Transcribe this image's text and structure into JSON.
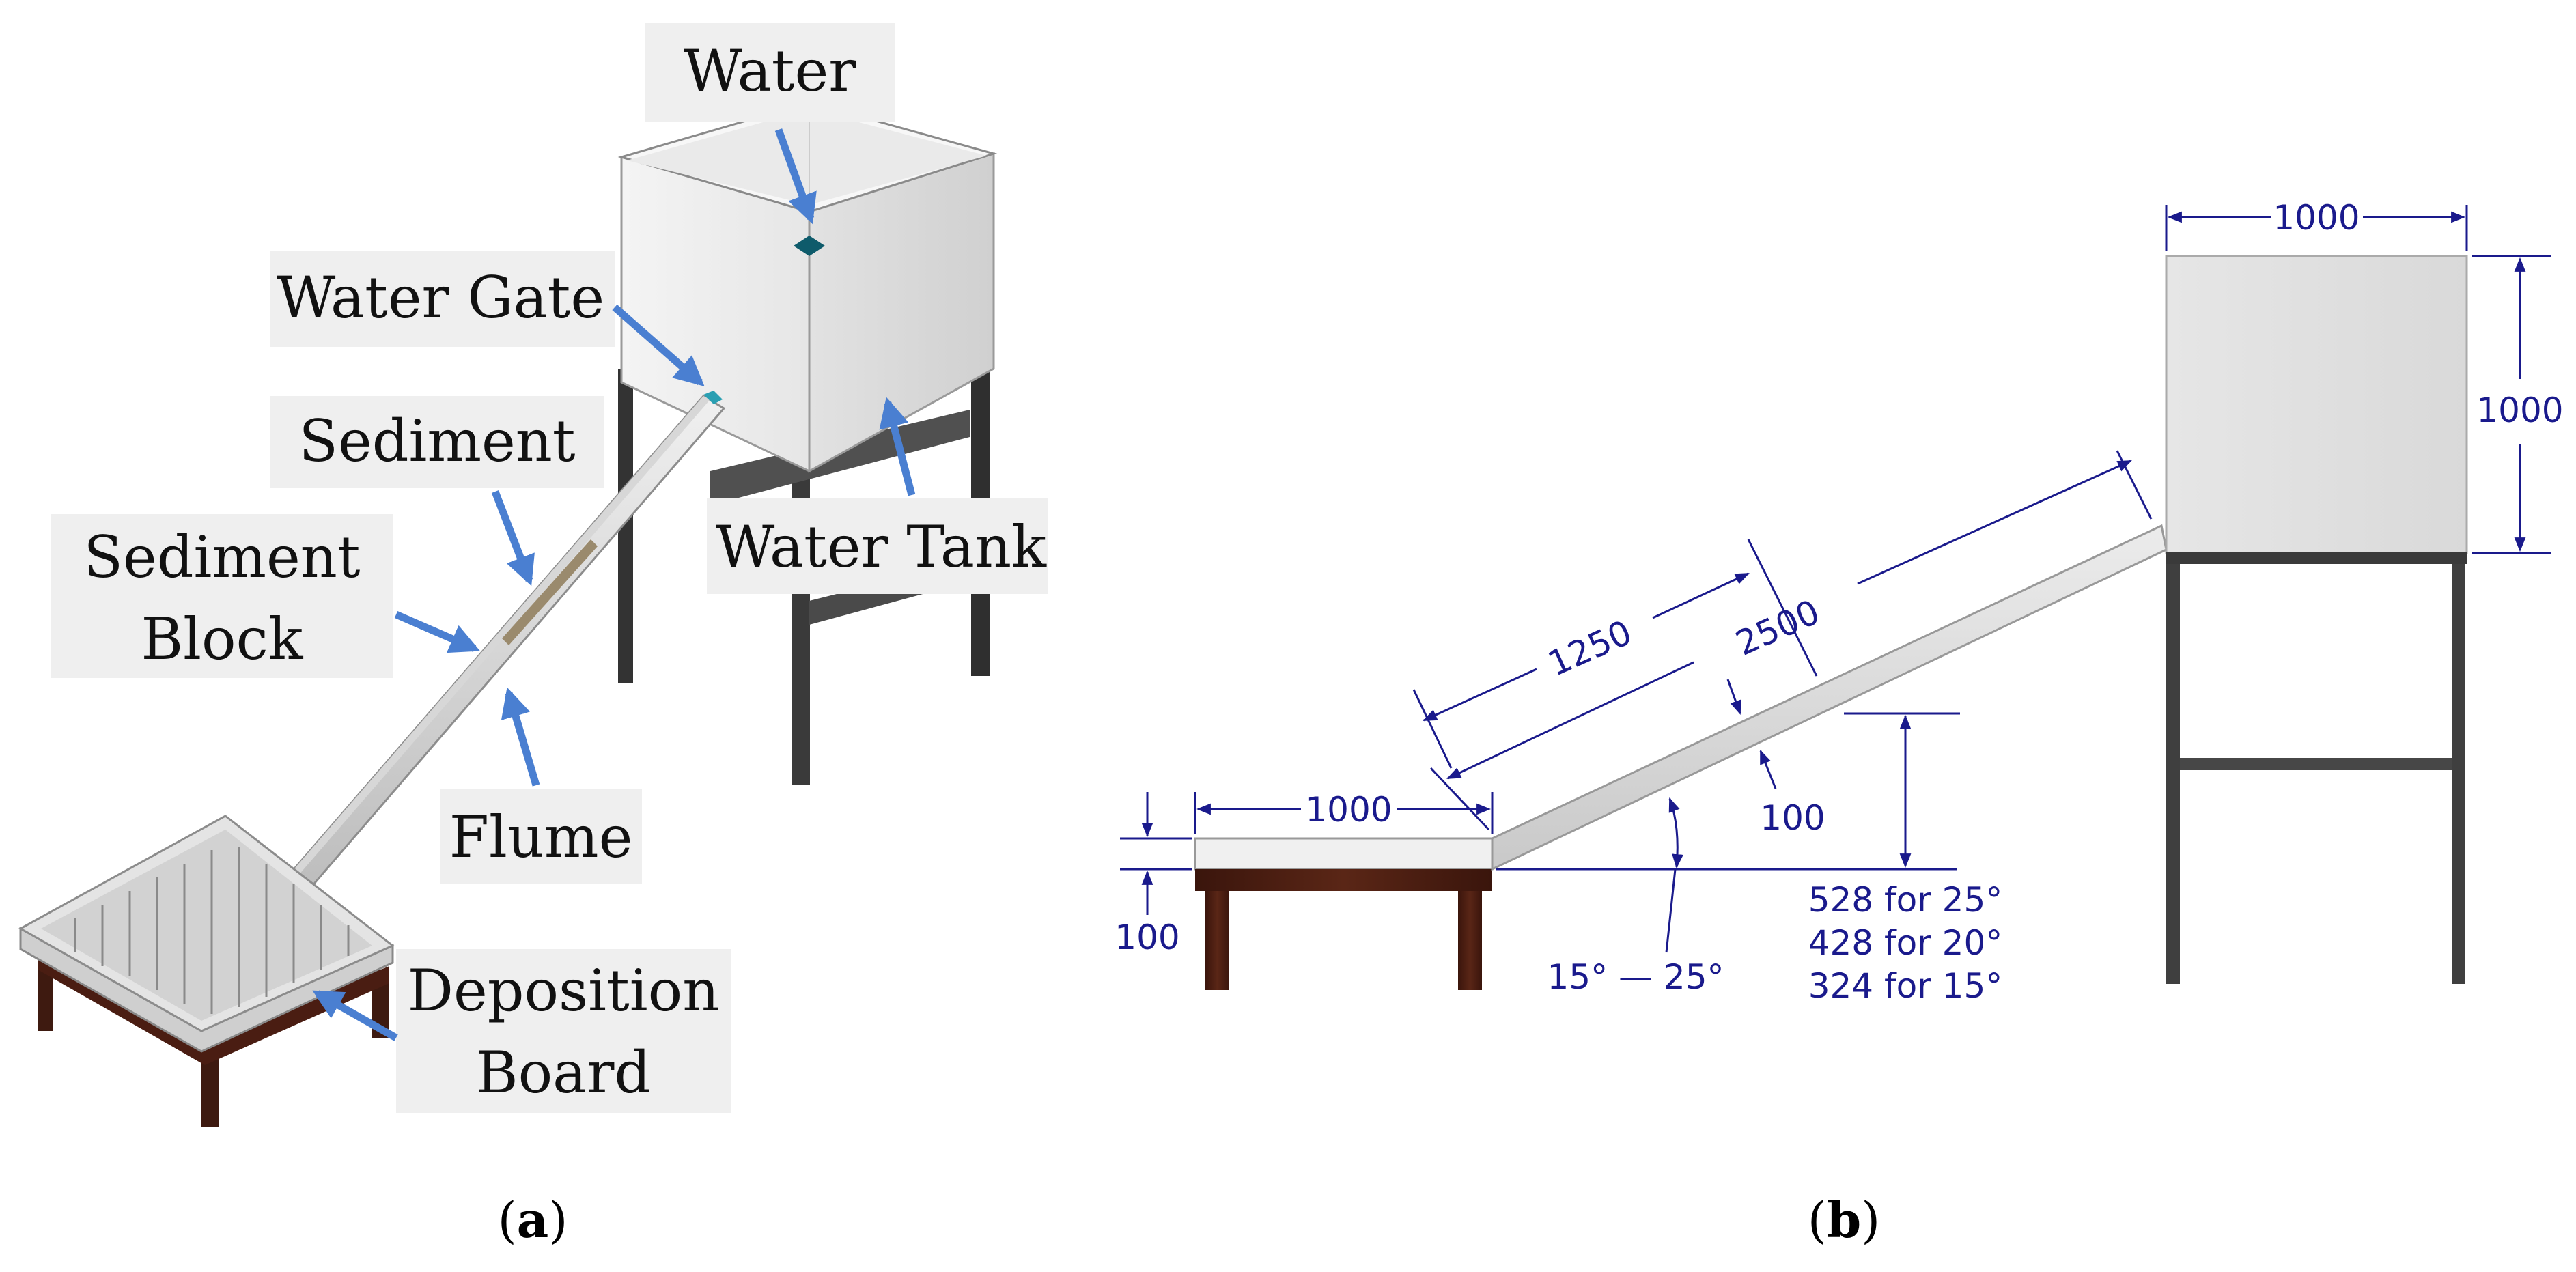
{
  "colors": {
    "callout_arrow": "#4a7fd1",
    "dimension": "#1a1a8c",
    "tank_face_light": "#f2f2f2",
    "tank_face_dark": "#d9d9d9",
    "frame_dark": "#2b2b2b",
    "table_wood": "#4a1d12",
    "water_inlet": "#0e5b6b"
  },
  "panel_a": {
    "callouts": {
      "water": "Water",
      "water_gate": "Water Gate",
      "sediment": "Sediment",
      "sediment_block_line1": "Sediment",
      "sediment_block_line2": "Block",
      "water_tank": "Water Tank",
      "flume": "Flume",
      "deposition_board_line1": "Deposition",
      "deposition_board_line2": "Board"
    },
    "label_open": "(",
    "label_letter": "a",
    "label_close": ")"
  },
  "panel_b": {
    "dimensions": {
      "tank_width": "1000",
      "tank_height": "1000",
      "flume_half_length": "1250",
      "flume_length": "2500",
      "flume_width": "100",
      "board_width": "1000",
      "board_thickness": "100",
      "slope_angle_range": "15° — 25°",
      "height_25": "528 for 25°",
      "height_20": "428 for 20°",
      "height_15": "324 for 15°"
    },
    "label_open": "(",
    "label_letter": "b",
    "label_close": ")"
  }
}
